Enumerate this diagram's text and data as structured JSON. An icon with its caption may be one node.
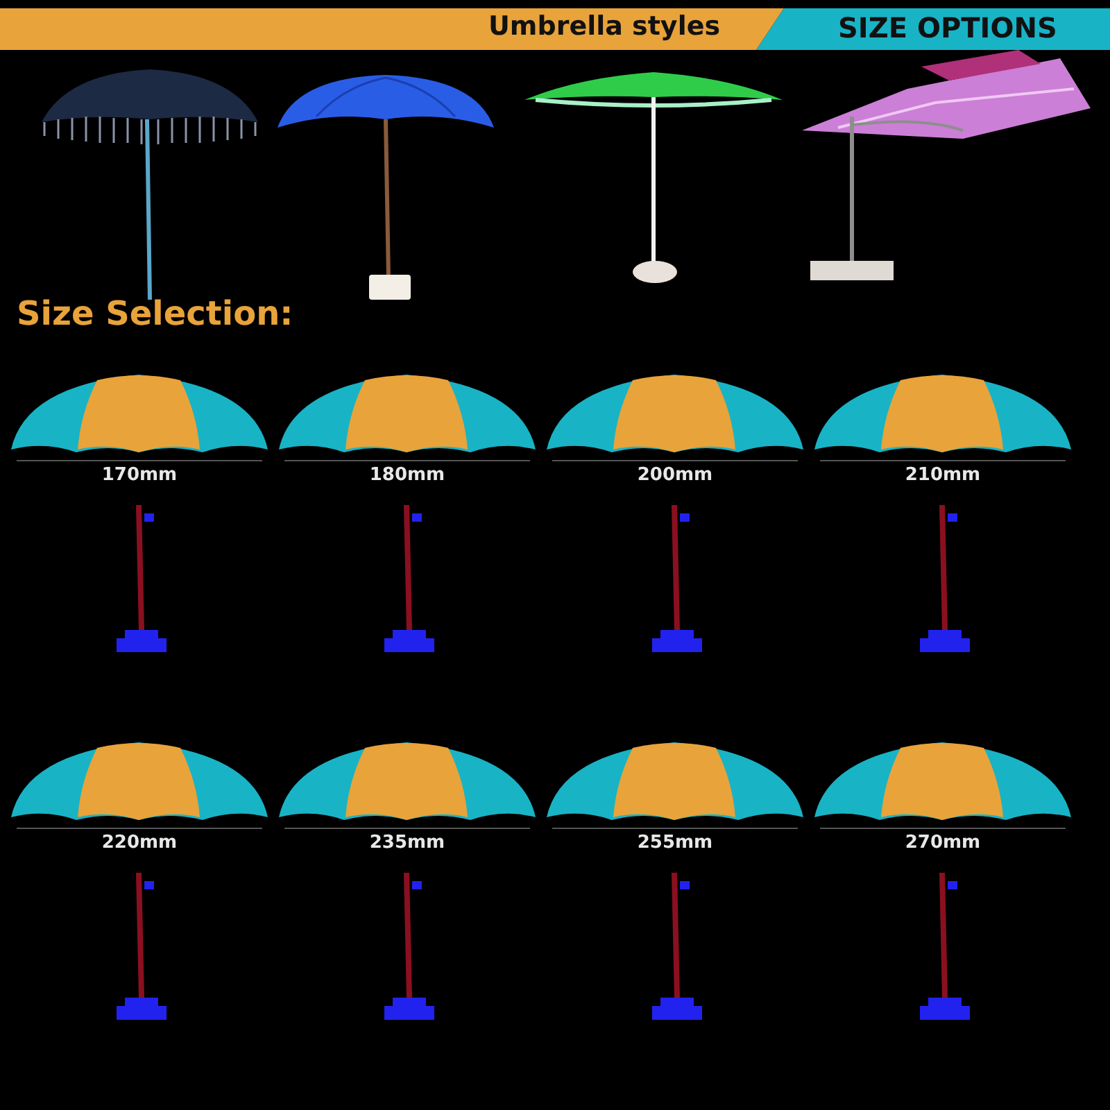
{
  "diagram": {
    "labels": [
      "Umbrella styles",
      "SIZE OPTIONS",
      "Size Selection:",
      "170mm",
      "180mm",
      "200mm",
      "210mm",
      "220mm",
      "235mm",
      "255mm",
      "270mm"
    ]
  }
}
